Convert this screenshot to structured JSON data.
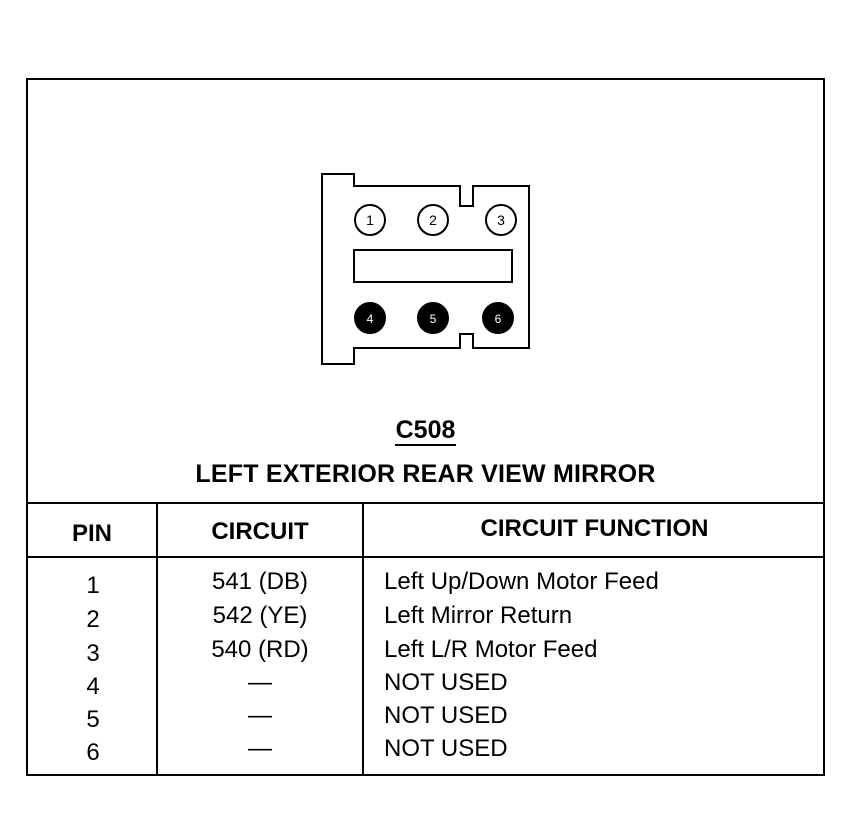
{
  "connector": {
    "id": "C508",
    "description": "LEFT EXTERIOR REAR VIEW MIRROR",
    "pins": [
      {
        "number": "1",
        "filled": false
      },
      {
        "number": "2",
        "filled": false
      },
      {
        "number": "3",
        "filled": false
      },
      {
        "number": "4",
        "filled": true
      },
      {
        "number": "5",
        "filled": true
      },
      {
        "number": "6",
        "filled": true
      }
    ]
  },
  "table": {
    "headers": {
      "pin": "PIN",
      "circuit": "CIRCUIT",
      "function": "CIRCUIT FUNCTION"
    },
    "rows": [
      {
        "pin": "1",
        "circuit": "541 (DB)",
        "function": "Left Up/Down Motor Feed"
      },
      {
        "pin": "2",
        "circuit": "542 (YE)",
        "function": "Left Mirror Return"
      },
      {
        "pin": "3",
        "circuit": "540 (RD)",
        "function": "Left L/R Motor Feed"
      },
      {
        "pin": "4",
        "circuit": "—",
        "function": "NOT USED"
      },
      {
        "pin": "5",
        "circuit": "—",
        "function": "NOT USED"
      },
      {
        "pin": "6",
        "circuit": "—",
        "function": "NOT USED"
      }
    ]
  }
}
